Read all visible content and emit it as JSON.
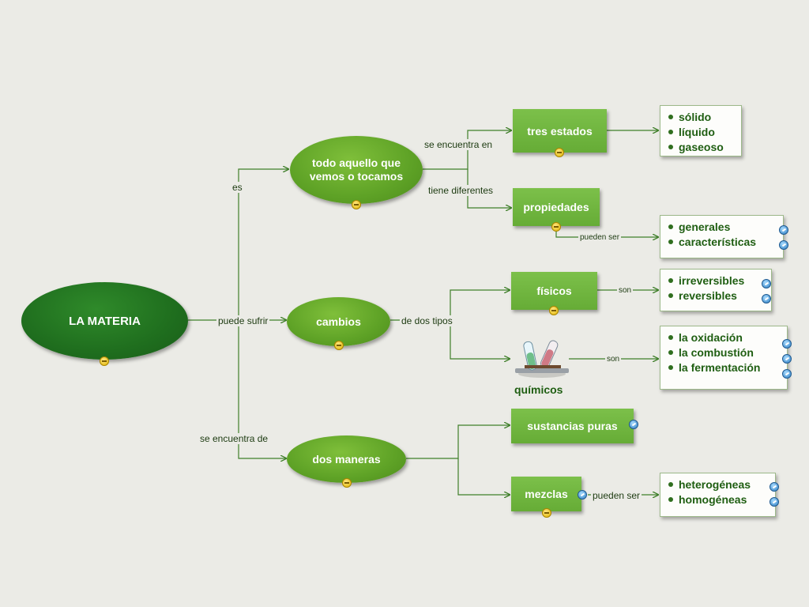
{
  "root": {
    "label": "LA MATERIA"
  },
  "nodes": {
    "todo": "todo aquello que vemos o tocamos",
    "cambios": "cambios",
    "dos_maneras": "dos maneras",
    "tres_estados": "tres estados",
    "propiedades": "propiedades",
    "fisicos": "físicos",
    "quimicos": "químicos",
    "sustancias_puras": "sustancias puras",
    "mezclas": "mezclas"
  },
  "link_labels": {
    "es": "es",
    "puede_sufrir": "puede sufrir",
    "se_encuentra_de": "se encuentra de",
    "se_encuentra_en": "se encuentra en",
    "tiene_diferentes": "tiene diferentes",
    "pueden_ser_prop": "pueden ser",
    "de_dos_tipos": "de dos tipos",
    "son_fisicos": "son",
    "son_quimicos": "son",
    "pueden_ser_mezclas": "pueden ser"
  },
  "lists": {
    "estados": [
      "sólido",
      "líquido",
      "gaseoso"
    ],
    "propiedades": [
      "generales",
      "características"
    ],
    "fisicos": [
      "irreversibles",
      "reversibles"
    ],
    "quimicos": [
      "la oxidación",
      "la combustión",
      "la fermentación"
    ],
    "mezclas": [
      "heterogéneas",
      "homogéneas"
    ]
  },
  "colors": {
    "root": "#1f6e1e",
    "ellipse": "#5ea226",
    "rect": "#6db23c",
    "list_text": "#1f5e12",
    "connector": "#3f7f2a",
    "background": "#ebebe6"
  },
  "icons": [
    "minus-icon",
    "link-icon",
    "test-tubes-icon"
  ]
}
